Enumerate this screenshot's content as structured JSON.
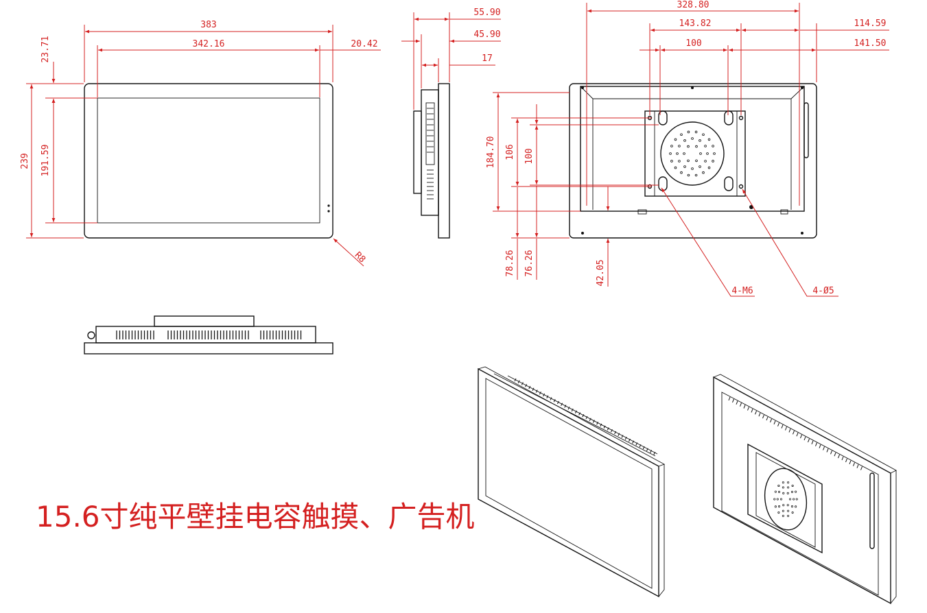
{
  "title": "15.6寸纯平壁挂电容触摸、广告机",
  "colors": {
    "dimension": "#d42020",
    "outline": "#111111",
    "background": "#ffffff"
  },
  "front_view": {
    "width_overall": "383",
    "width_screen": "342.16",
    "side_margin": "20.42",
    "top_margin": "23.71",
    "height_overall": "239",
    "height_screen": "191.59",
    "corner_radius": "R8"
  },
  "side_view": {
    "depth_total": "55.90",
    "depth_body": "45.90",
    "depth_bezel": "17"
  },
  "back_view": {
    "width_inner": "328.80",
    "vesa_outer": "143.82",
    "vesa_inner": "100",
    "offset_114": "114.59",
    "offset_141": "141.50",
    "height_184": "184.70",
    "height_106": "106",
    "height_100": "100",
    "bottom_78": "78.26",
    "bottom_76": "76.26",
    "bottom_42": "42.05",
    "screw_label": "4-M6",
    "hole_label": "4-Ø5"
  }
}
